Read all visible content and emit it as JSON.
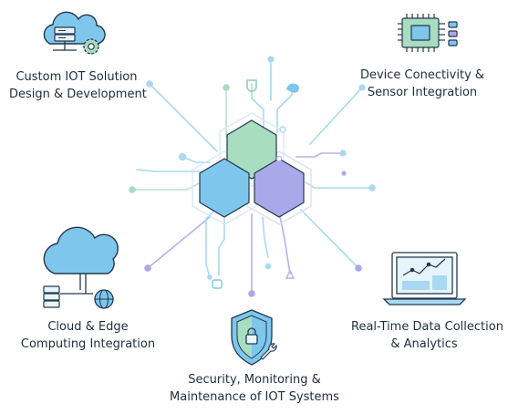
{
  "features": {
    "custom": {
      "line1": "Custom IOT Solution",
      "line2": "Design & Development",
      "icon": "cloud-server-gear-icon"
    },
    "device": {
      "line1": "Device Conectivity &",
      "line2": "Sensor Integration",
      "icon": "microchip-icon"
    },
    "cloud": {
      "line1": "Cloud & Edge",
      "line2": "Computing Integration",
      "icon": "cloud-network-icon"
    },
    "realtime": {
      "line1": "Real-Time Data Collection",
      "line2": "& Analytics",
      "icon": "laptop-analytics-icon"
    },
    "security": {
      "line1": "Security, Monitoring &",
      "line2": "Maintenance of IOT Systems",
      "icon": "shield-lock-wrench-icon"
    }
  },
  "colors": {
    "green": "#a8ddc0",
    "blue": "#7ec6ec",
    "purple": "#a9a9ea",
    "line_blue": "#a9d8f2",
    "line_purple": "#b3b2ec",
    "line_green": "#b9e4cc",
    "text": "#1f2d3d",
    "icon_stroke": "#24384d"
  }
}
